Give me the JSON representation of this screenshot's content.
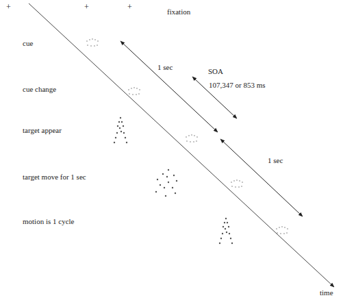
{
  "diagram": {
    "labels": [
      "+",
      "+",
      "+",
      "fixation",
      "cue",
      "cue change",
      "target appear",
      "target move for 1 sec",
      "motion is 1 cycle",
      "1 sec",
      "SOA",
      "107,347 or 853 ms",
      "1 sec",
      "time"
    ]
  }
}
